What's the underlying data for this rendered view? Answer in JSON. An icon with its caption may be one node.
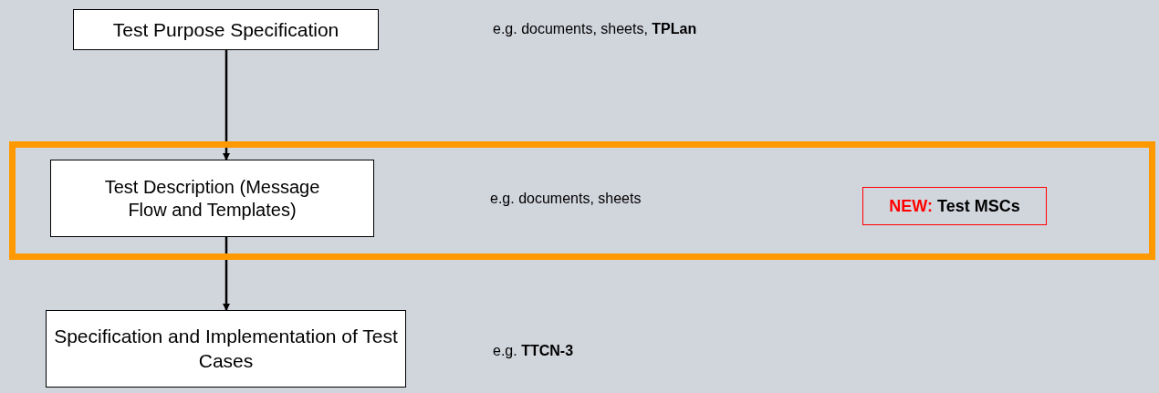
{
  "diagram": {
    "nodes": [
      {
        "text": [
          "Test Purpose Specification"
        ]
      },
      {
        "text": [],
        "shape": "box"
      },
      {
        "text": [
          "Test Description (Message Flow and Templates)"
        ],
        "in": 1
      },
      {
        "text": [
          "**NEW:** Test MSCs"
        ],
        "in": 1
      },
      {
        "text": [
          "Specification and Implementation of Test Cases"
        ]
      }
    ],
    "edges": [
      {
        "from": 0,
        "to": 2,
        "arrow": "to"
      },
      {
        "from": 2,
        "to": 4,
        "arrow": "to"
      }
    ],
    "labels": [
      "e.g. documents, sheets, **TPLan**",
      "e.g. documents, sheets",
      "e.g. **TTCN-3**"
    ]
  }
}
